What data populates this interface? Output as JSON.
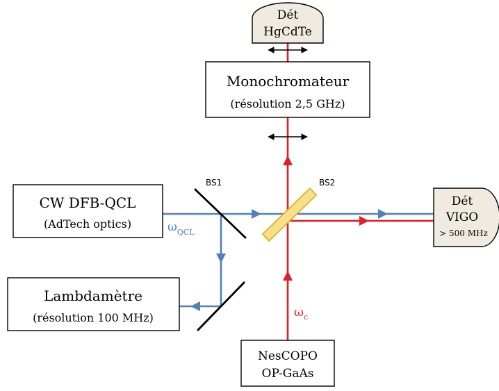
{
  "detectors": {
    "hgcdte": {
      "line1": "Dét",
      "line2": "HgCdTe"
    },
    "vigo": {
      "line1": "Dét",
      "line2": "VIGO",
      "line3": "> 500 MHz"
    }
  },
  "boxes": {
    "monochromator": {
      "title": "Monochromateur",
      "subtitle": "(résolution 2,5 GHz)"
    },
    "laser": {
      "title": "CW DFB-QCL",
      "subtitle": "(AdTech optics)"
    },
    "wavemeter": {
      "title": "Lambdamètre",
      "subtitle": "(résolution 100 MHz)"
    },
    "opo": {
      "line1": "NesCOPO",
      "line2": "OP-GaAs"
    }
  },
  "beamsplitters": {
    "bs1": "BS1",
    "bs2": "BS2"
  },
  "beam_labels": {
    "qcl": {
      "symbol": "ω",
      "subscript": "QCL"
    },
    "opo": {
      "symbol": "ω",
      "subscript": "c"
    }
  },
  "colors": {
    "red_beam": "#e41c24",
    "blue_beam": "#4f81bd",
    "detector_fill": "#efebe0",
    "beamsplitter_fill": "#f7e08a",
    "beamsplitter_edge": "#e0b020"
  }
}
